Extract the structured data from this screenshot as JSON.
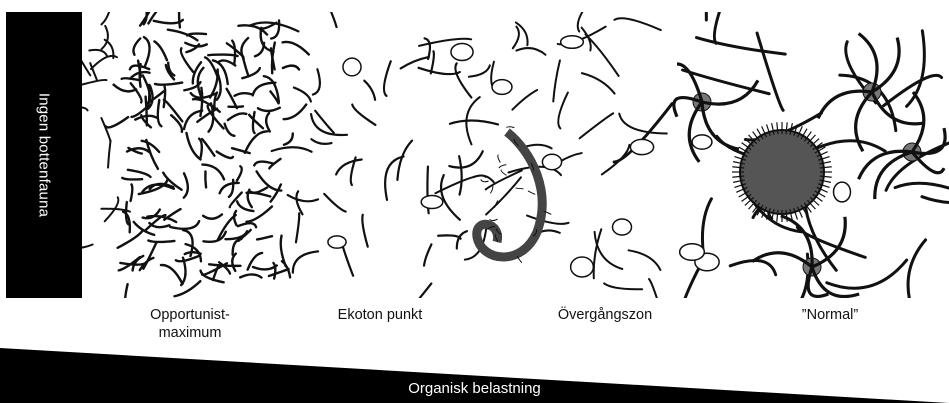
{
  "side_label": "Ingen bottenfauna",
  "zones": [
    {
      "label_line1": "Opportunist-",
      "label_line2": "maximum"
    },
    {
      "label_line1": "Ekoton punkt",
      "label_line2": ""
    },
    {
      "label_line1": "Övergångszon",
      "label_line2": ""
    },
    {
      "label_line1": "”Normal”",
      "label_line2": ""
    }
  ],
  "gradient_label": "Organisk belastning",
  "colors": {
    "ink": "#111111",
    "background": "#ffffff",
    "bar": "#000000"
  }
}
